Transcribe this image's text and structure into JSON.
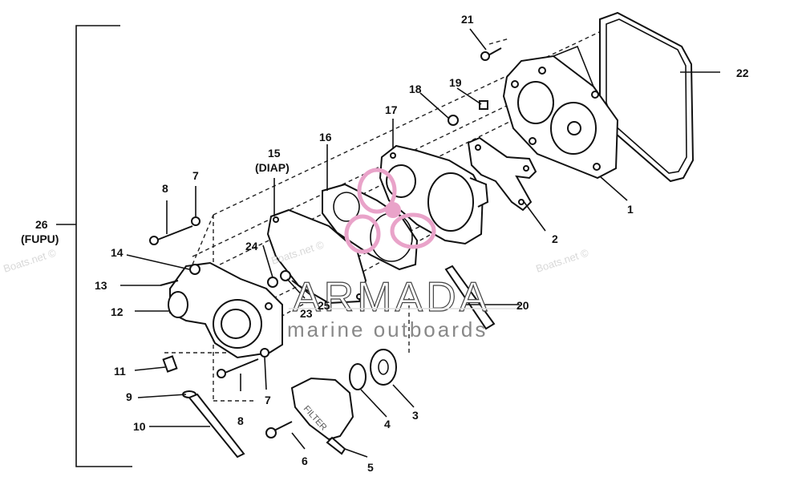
{
  "labels": {
    "l1": "1",
    "l2": "2",
    "l3": "3",
    "l4": "4",
    "l5": "5",
    "l6": "6",
    "l7a": "7",
    "l7b": "7",
    "l8a": "8",
    "l8b": "8",
    "l9": "9",
    "l10": "10",
    "l11": "11",
    "l12": "12",
    "l13": "13",
    "l14": "14",
    "l15": "15",
    "l15sub": "(DIAP)",
    "l16": "16",
    "l17": "17",
    "l18": "18",
    "l19": "19",
    "l20": "20",
    "l21": "21",
    "l22": "22",
    "l23": "23",
    "l24": "24",
    "l25": "25",
    "l26": "26",
    "l26sub": "(FUPU)"
  },
  "watermark": {
    "brand": "ARMADA",
    "tagline": "marine outboards",
    "site": "Boats.net",
    "site_copy": "Boats.net ©"
  },
  "part_text": {
    "filter": "FILTER"
  },
  "colors": {
    "line": "#111111",
    "logo_pink": "#e9a3c9",
    "watermark_gray": "#d8d8d8"
  }
}
